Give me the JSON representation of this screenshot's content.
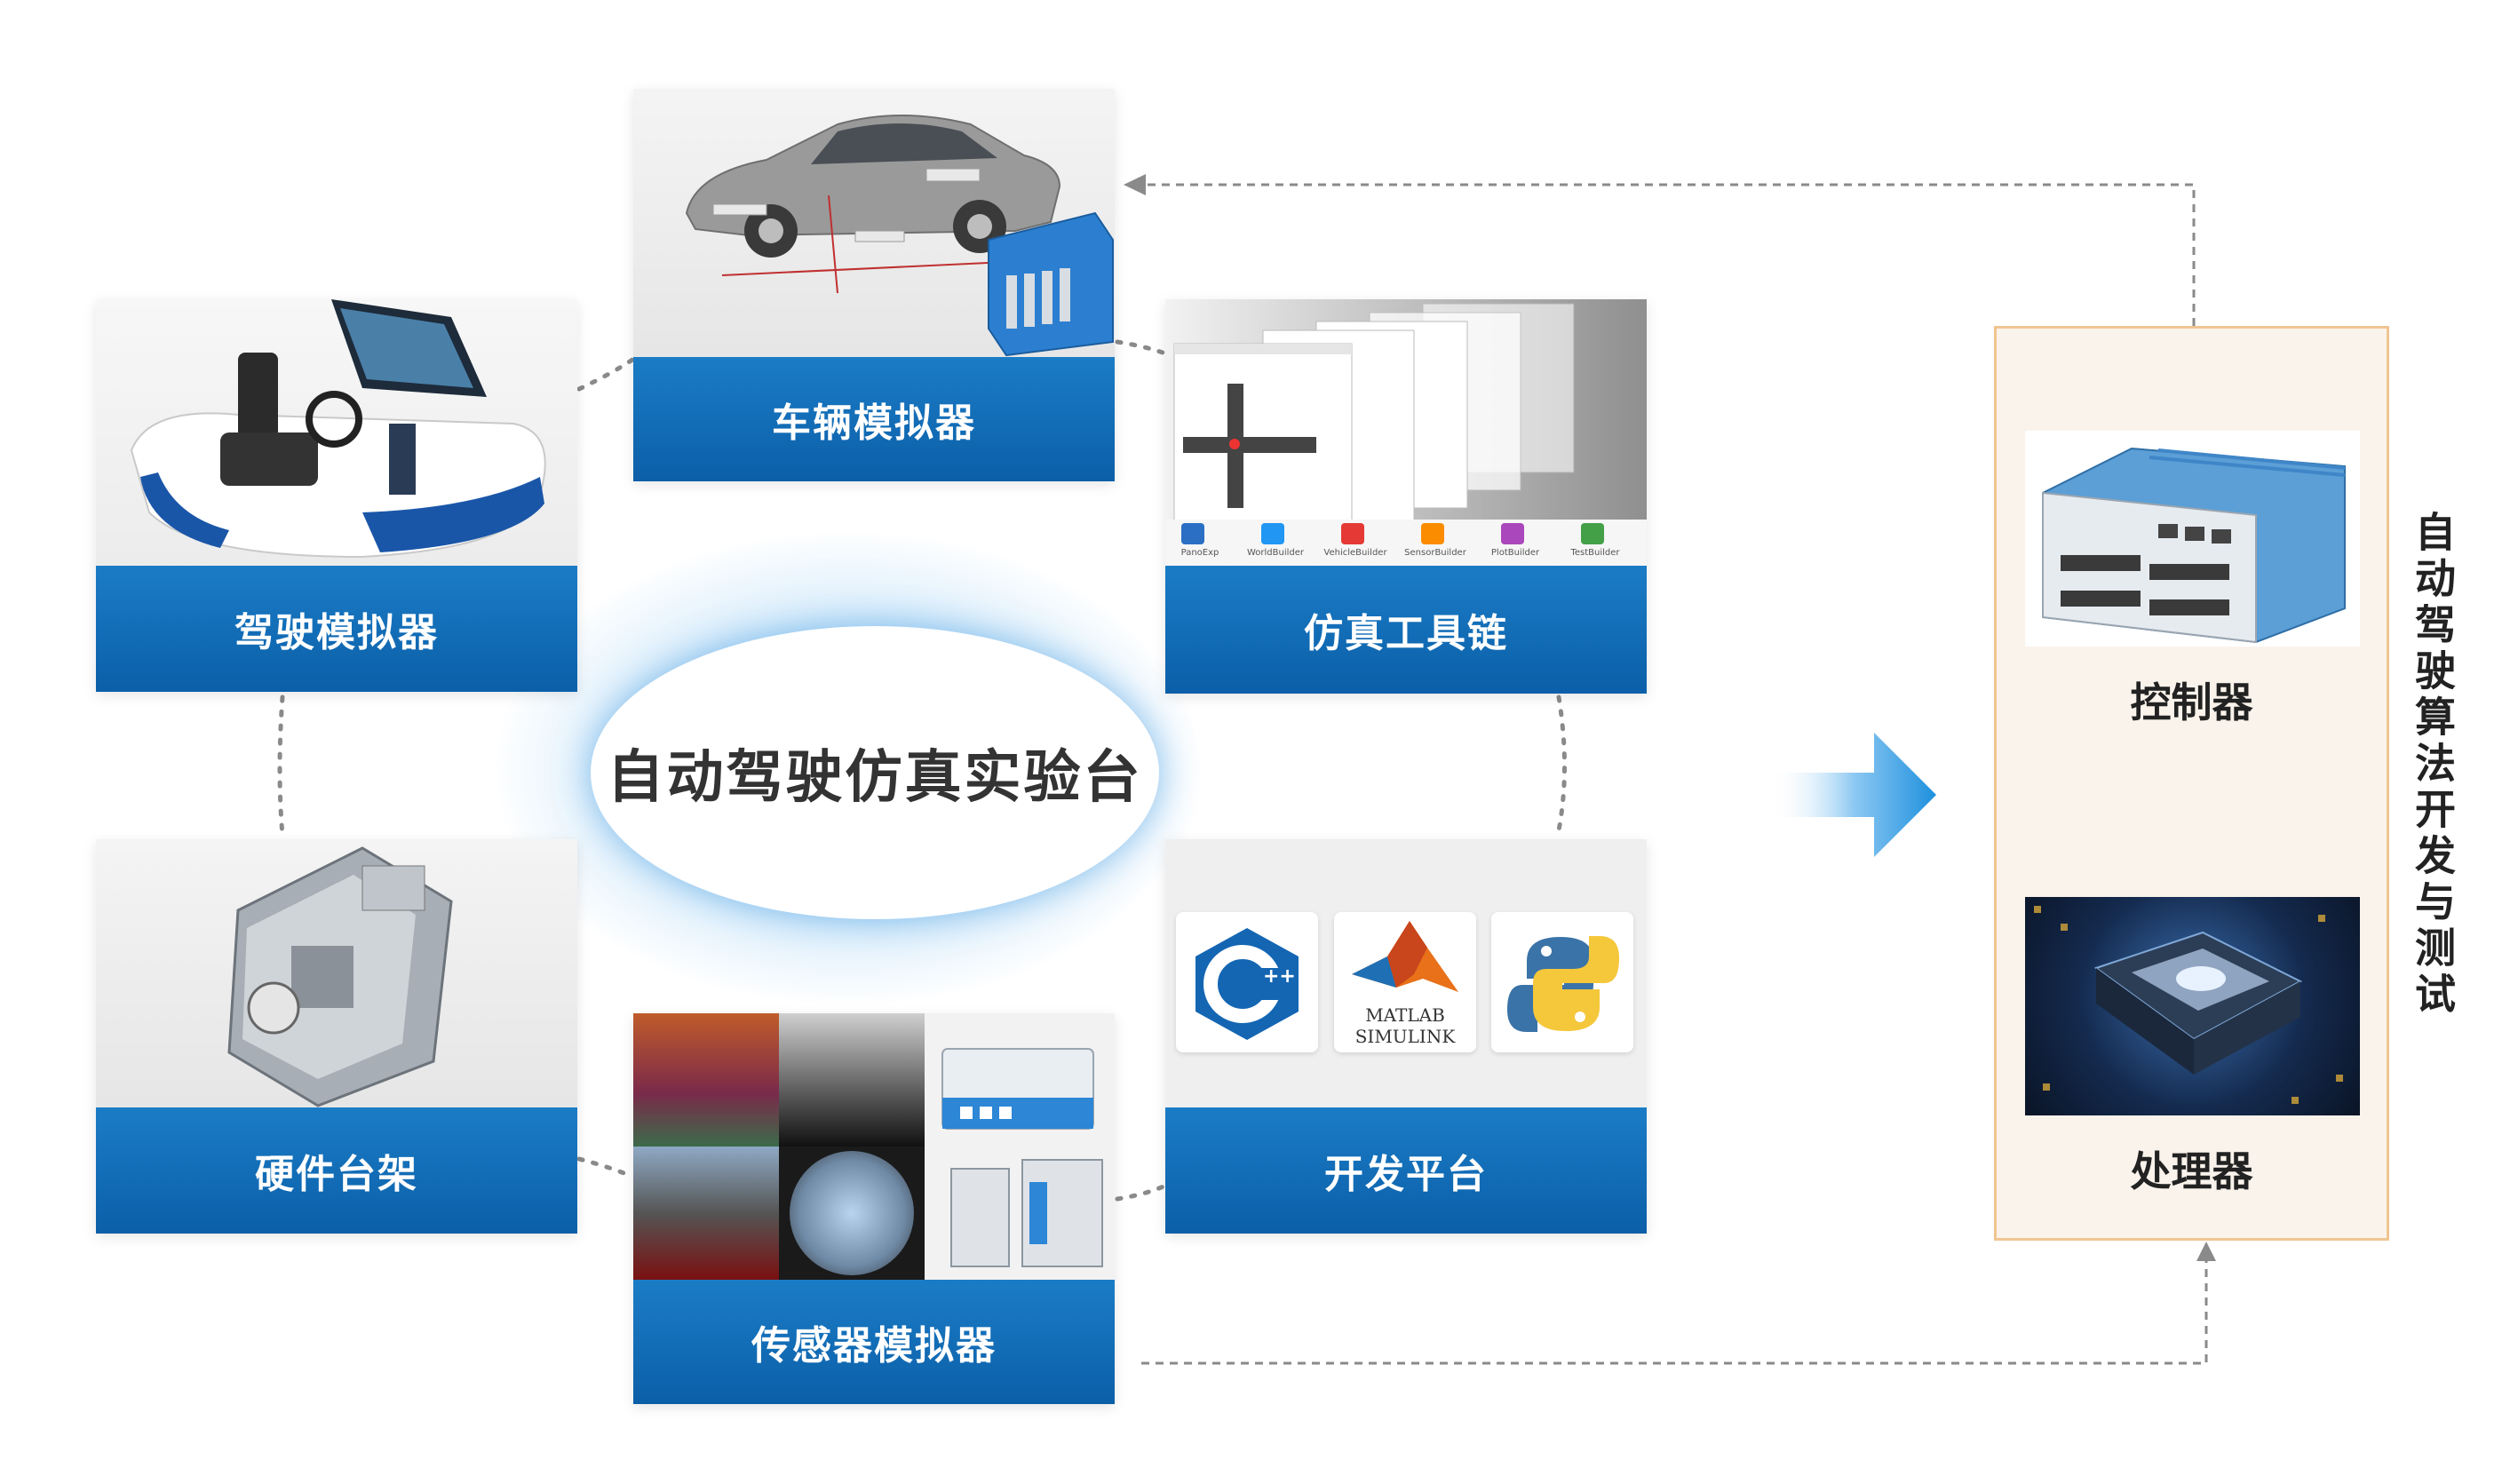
{
  "center": {
    "title": "自动驾驶仿真实验台"
  },
  "modules": {
    "vehicle_sim": "车辆模拟器",
    "driving_sim": "驾驶模拟器",
    "sim_toolchain": "仿真工具链",
    "hardware_rack": "硬件台架",
    "sensor_sim": "传感器模拟器",
    "dev_platform": "开发平台"
  },
  "toolchain_apps": [
    "PanoExp",
    "WorldBuilder",
    "VehicleBuilder",
    "SensorBuilder",
    "PlotBuilder",
    "TestBuilder"
  ],
  "dev_tools": {
    "matlab_line1": "MATLAB",
    "matlab_line2": "SIMULINK",
    "cpp_badge": "++"
  },
  "target": {
    "controller": "控制器",
    "processor": "处理器",
    "side_label": "自动驾驶算法开发与测试"
  },
  "colors": {
    "label_blue": "#0b5fa8",
    "box_border": "#f0c590",
    "box_fill": "#faf3ec",
    "arrow_blue": "#1e90dd"
  }
}
